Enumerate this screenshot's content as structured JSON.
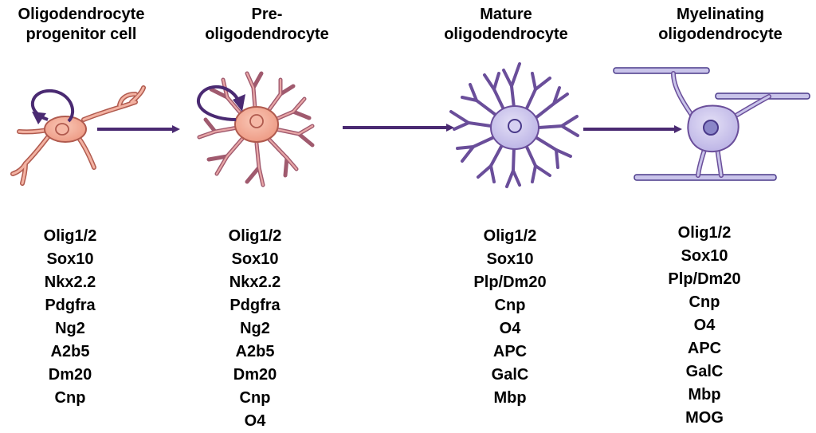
{
  "stages": [
    {
      "title_line1": "Oligodendrocyte",
      "title_line2": "progenitor cell",
      "markers": [
        "Olig1/2",
        "Sox10",
        "Nkx2.2",
        "Pdgfra",
        "Ng2",
        "A2b5",
        "Dm20",
        "Cnp"
      ]
    },
    {
      "title_line1": "Pre-",
      "title_line2": "oligodendrocyte",
      "markers": [
        "Olig1/2",
        "Sox10",
        "Nkx2.2",
        "Pdgfra",
        "Ng2",
        "A2b5",
        "Dm20",
        "Cnp",
        "O4"
      ]
    },
    {
      "title_line1": "Mature",
      "title_line2": "oligodendrocyte",
      "markers": [
        "Olig1/2",
        "Sox10",
        "Plp/Dm20",
        "Cnp",
        "O4",
        "APC",
        "GalC",
        "Mbp"
      ]
    },
    {
      "title_line1": "Myelinating",
      "title_line2": "oligodendrocyte",
      "markers": [
        "Olig1/2",
        "Sox10",
        "Plp/Dm20",
        "Cnp",
        "O4",
        "APC",
        "GalC",
        "Mbp",
        "MOG"
      ]
    }
  ],
  "colors": {
    "opc_fill": "#f1a48e",
    "opc_stroke": "#b05a4e",
    "mature_fill": "#c9c4ea",
    "mature_stroke": "#6a4e9a",
    "arrow": "#4a2a72",
    "process": "#7a4f8f"
  }
}
